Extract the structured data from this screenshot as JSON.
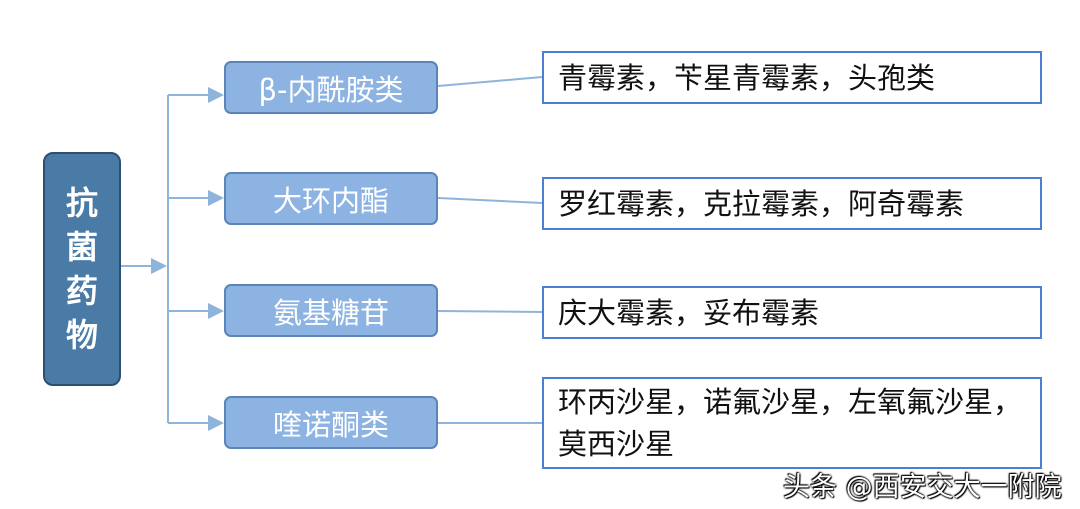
{
  "root": {
    "chars": [
      "抗",
      "菌",
      "药",
      "物"
    ]
  },
  "categories": [
    {
      "label": "β-内酰胺类",
      "examples": "青霉素，苄星青霉素，头孢类"
    },
    {
      "label": "大环内酯",
      "examples": "罗红霉素，克拉霉素，阿奇霉素"
    },
    {
      "label": "氨基糖苷",
      "examples": "庆大霉素，妥布霉素"
    },
    {
      "label": "喹诺酮类",
      "examples": "环丙沙星，诺氟沙星，左氧氟沙星，莫西沙星"
    }
  ],
  "watermark": "头条 @西安交大一附院",
  "colors": {
    "root_fill": "#4a7aa6",
    "category_fill": "#8db3e2",
    "connector": "#8fb4dc",
    "example_border": "#4a7fd4"
  }
}
